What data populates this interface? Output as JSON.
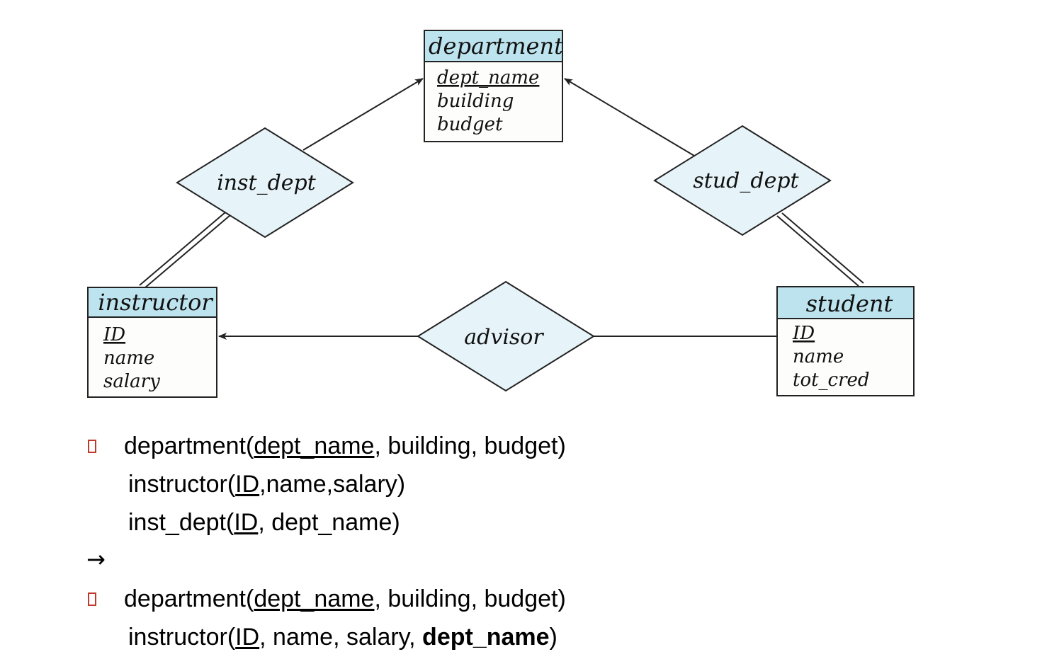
{
  "diagram": {
    "entities": {
      "department": {
        "title": "department",
        "attrs": [
          "dept_name",
          "building",
          "budget"
        ]
      },
      "instructor": {
        "title": "instructor",
        "attrs": [
          "ID",
          "name",
          "salary"
        ]
      },
      "student": {
        "title": "student",
        "attrs": [
          "ID",
          "name",
          "tot_cred"
        ]
      }
    },
    "relationships": {
      "inst_dept": "inst_dept",
      "stud_dept": "stud_dept",
      "advisor": "advisor"
    },
    "colors": {
      "entity_header": "#bde3ee",
      "entity_body": "#fdfdfb",
      "relationship_fill": "#e6f3f8",
      "stroke": "#222222"
    }
  },
  "schema": {
    "before": {
      "l1": {
        "name": "department(",
        "key": "dept_name",
        "rest": ", building, budget)"
      },
      "l2": {
        "name": "instructor(",
        "key": "ID",
        "rest": ",name,salary)"
      },
      "l3": {
        "name": "inst_dept(",
        "key": "ID",
        "rest": ", dept_name)"
      }
    },
    "arrow": "→",
    "after": {
      "l1": {
        "name": "department(",
        "key": "dept_name",
        "rest": ", building, budget)"
      },
      "l2": {
        "name": "instructor(",
        "key": "ID",
        "mid": ", name, salary, ",
        "bold": "dept_name",
        "end": ")"
      }
    },
    "bullet_color": "#c0392b"
  }
}
